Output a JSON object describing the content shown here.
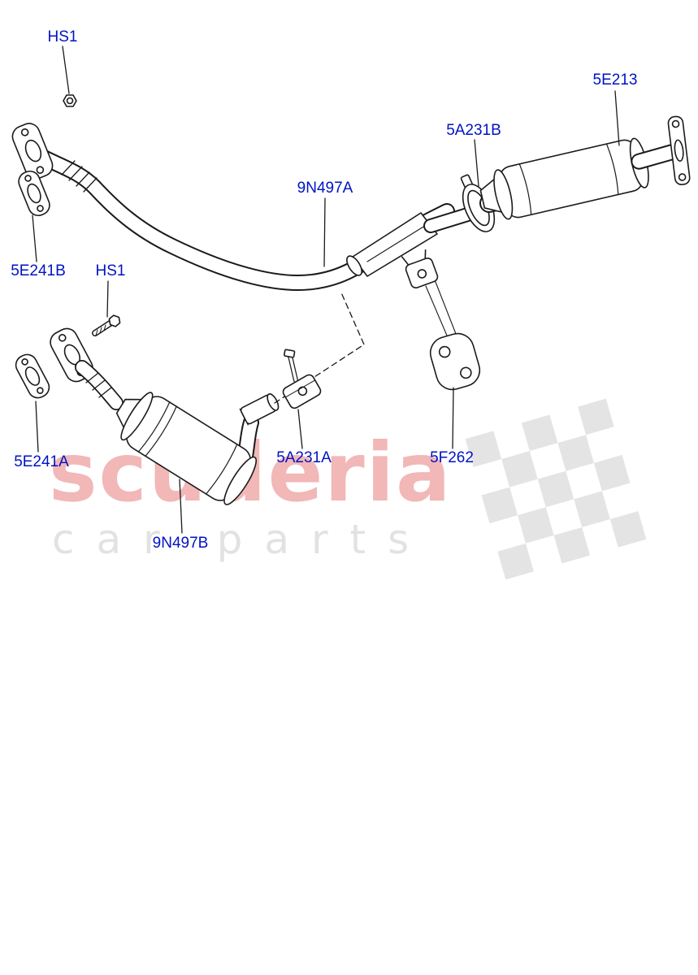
{
  "page": {
    "background_color": "#ffffff"
  },
  "diagram": {
    "label_color": "#0013c4",
    "line_color": "#1a1a1a",
    "labels": [
      {
        "id": "hs1-top",
        "text": "HS1"
      },
      {
        "id": "5e213",
        "text": "5E213"
      },
      {
        "id": "5a231b",
        "text": "5A231B"
      },
      {
        "id": "9n497a",
        "text": "9N497A"
      },
      {
        "id": "5e241b",
        "text": "5E241B"
      },
      {
        "id": "hs1-lower",
        "text": "HS1"
      },
      {
        "id": "5e241a",
        "text": "5E241A"
      },
      {
        "id": "5a231a",
        "text": "5A231A"
      },
      {
        "id": "5f262",
        "text": "5F262"
      },
      {
        "id": "9n497b",
        "text": "9N497B"
      }
    ]
  },
  "watermark": {
    "brand": "scuderia",
    "subtitle": "car parts",
    "brand_color": "#f2b7b7",
    "subtitle_color": "#e2e2e2",
    "flag_color": "#e4e4e4"
  }
}
